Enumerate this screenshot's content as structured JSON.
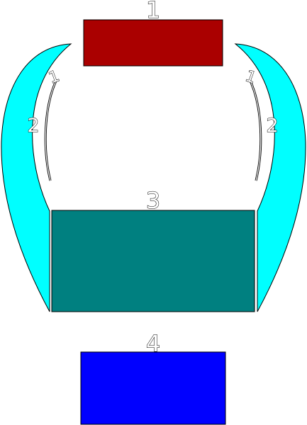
{
  "colors": {
    "box1": "#aa0000",
    "box3": "#008080",
    "box4": "#0000ff",
    "side_arrow": "#00ffff",
    "outline": "#000000",
    "background": "#ffffff"
  },
  "boxes": [
    {
      "id": "box-1",
      "label": "1"
    },
    {
      "id": "box-3",
      "label": "3"
    },
    {
      "id": "box-4",
      "label": "4"
    }
  ],
  "left_arc": {
    "label_top": "1",
    "label_mid": "2"
  },
  "right_arc": {
    "label_top": "1",
    "label_mid": "2"
  }
}
